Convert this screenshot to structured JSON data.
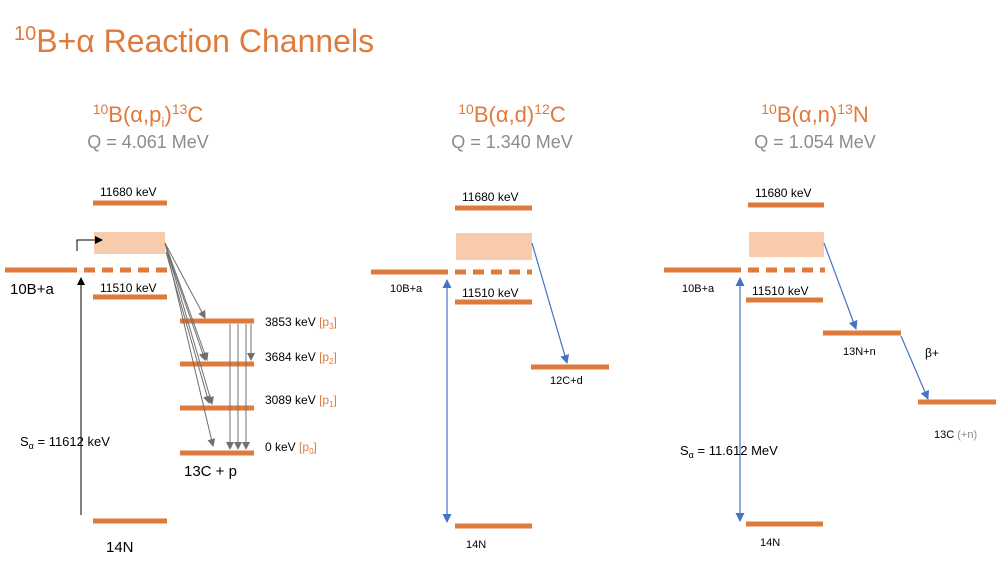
{
  "colors": {
    "accent": "#E07A3C",
    "level": "#E07A3C",
    "box": "#F8CBAD",
    "gray": "#8C8C8C",
    "arrow_blue": "#4472C4",
    "arrow_gray": "#707070",
    "text": "#000000"
  },
  "title": {
    "pre": "10",
    "main": "B+α Reaction Channels"
  },
  "panels": {
    "p1": {
      "title": {
        "a": "10",
        "b": "B(α,p",
        "c": "i",
        "d": ")",
        "e": "13",
        "f": "C"
      },
      "q": "Q = 4.061 MeV",
      "level_upper": "11680 keV",
      "level_lower": "11510 keV",
      "entrance": "10B+a",
      "ground": "14N",
      "sep_energy": {
        "s": "S",
        "sub": "α",
        "rest": " = 11612 keV"
      },
      "final_states": [
        {
          "energy": "3853 keV",
          "tag": "p3"
        },
        {
          "energy": "3684 keV",
          "tag": "p2"
        },
        {
          "energy": "3089 keV",
          "tag": "p1"
        },
        {
          "energy": "0 keV",
          "tag": "p0"
        }
      ],
      "final_label": "13C + p"
    },
    "p2": {
      "title": {
        "a": "10",
        "b": "B(α,d)",
        "c": "12",
        "d": "C"
      },
      "q": "Q = 1.340 MeV",
      "level_upper": "11680 keV",
      "level_lower": "11510 keV",
      "entrance": "10B+a",
      "ground": "14N",
      "final_label": "12C+d"
    },
    "p3": {
      "title": {
        "a": "10",
        "b": "B(α,n)",
        "c": "13",
        "d": "N"
      },
      "q": "Q = 1.054 MeV",
      "level_upper": "11680 keV",
      "level_lower": "11510 keV",
      "entrance": "10B+a",
      "ground": "14N",
      "sep_energy": {
        "s": "S",
        "sub": "α",
        "rest": " = 11.612 MeV"
      },
      "intermediate": "13N+n",
      "decay": "β+",
      "final_label": "13C",
      "final_extra": "(+n)"
    }
  }
}
